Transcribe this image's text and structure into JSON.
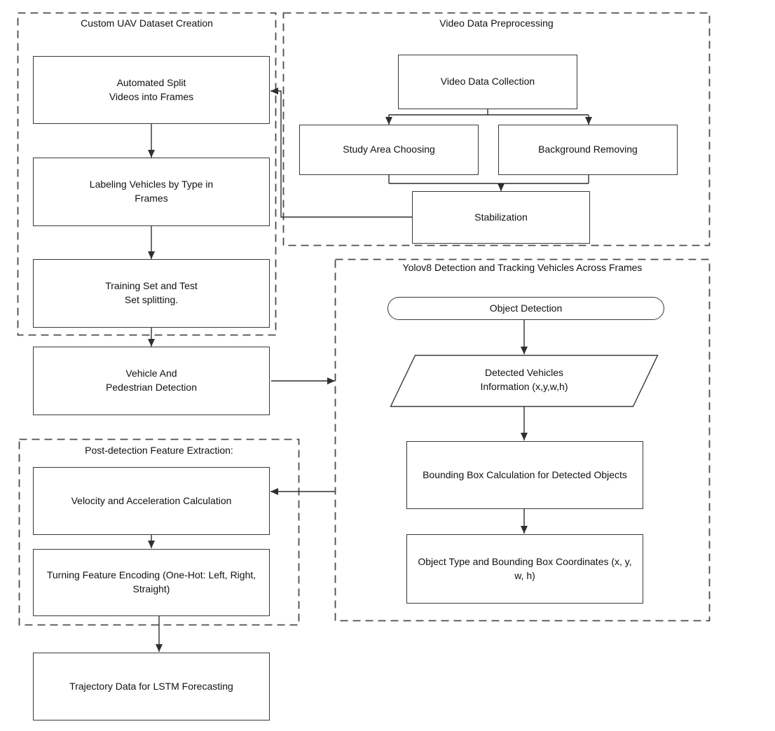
{
  "diagram": {
    "title": "UAV vehicle detection and trajectory forecasting pipeline flowchart",
    "colors": {
      "background": "#ffffff",
      "solid_line": "#383838",
      "dashed_line": "#4c4c4c",
      "text": "#111111"
    },
    "groups": {
      "custom_uav": {
        "title": "Custom UAV Dataset Creation"
      },
      "video_pre": {
        "title": "Video Data Preprocessing"
      },
      "yolov8": {
        "title": "Yolov8 Detection and Tracking Vehicles Across Frames"
      },
      "post_detect": {
        "title": "Post-detection Feature Extraction:"
      }
    },
    "nodes": {
      "automated_split": {
        "label": "Automated Split\nVideos into Frames",
        "shape": "rect"
      },
      "labeling": {
        "label": "Labeling Vehicles by Type in\nFrames",
        "shape": "rect"
      },
      "training": {
        "label": "Training Set and Test\nSet splitting.",
        "shape": "rect"
      },
      "vehicle_ped": {
        "label": "Vehicle And\nPedestrian Detection",
        "shape": "rect"
      },
      "video_collect": {
        "label": "Video Data Collection",
        "shape": "rect"
      },
      "study_area": {
        "label": "Study Area Choosing",
        "shape": "rect"
      },
      "background_removing": {
        "label": "Background Removing",
        "shape": "rect"
      },
      "stabilization": {
        "label": "Stabilization",
        "shape": "rect"
      },
      "object_detection": {
        "label": "Object Detection",
        "shape": "stadium"
      },
      "detected_vehicles": {
        "label": "Detected Vehicles\nInformation (x,y,w,h)",
        "shape": "parallelogram"
      },
      "bbox_calc": {
        "label": "Bounding Box Calculation for Detected Objects",
        "shape": "rect"
      },
      "object_type": {
        "label": "Object Type and Bounding Box Coordinates (x, y,\nw, h)",
        "shape": "rect"
      },
      "velocity": {
        "label": "Velocity and Acceleration Calculation",
        "shape": "rect"
      },
      "turning": {
        "label": "Turning Feature Encoding (One-Hot: Left, Right,\nStraight)",
        "shape": "rect"
      },
      "trajectory": {
        "label": "Trajectory Data for LSTM Forecasting",
        "shape": "rect"
      }
    },
    "edges": [
      {
        "from": "automated_split",
        "to": "labeling"
      },
      {
        "from": "labeling",
        "to": "training"
      },
      {
        "from": "training",
        "to": "vehicle_ped"
      },
      {
        "from": "stabilization",
        "to": "automated_split"
      },
      {
        "from": "video_collect",
        "to": "study_area"
      },
      {
        "from": "video_collect",
        "to": "background_removing"
      },
      {
        "from": "study_area",
        "to": "stabilization"
      },
      {
        "from": "background_removing",
        "to": "stabilization"
      },
      {
        "from": "vehicle_ped",
        "to": "yolov8_group"
      },
      {
        "from": "object_detection",
        "to": "detected_vehicles"
      },
      {
        "from": "detected_vehicles",
        "to": "bbox_calc"
      },
      {
        "from": "bbox_calc",
        "to": "object_type"
      },
      {
        "from": "yolov8_group",
        "to": "velocity"
      },
      {
        "from": "velocity",
        "to": "turning"
      },
      {
        "from": "turning",
        "to": "trajectory"
      }
    ]
  }
}
